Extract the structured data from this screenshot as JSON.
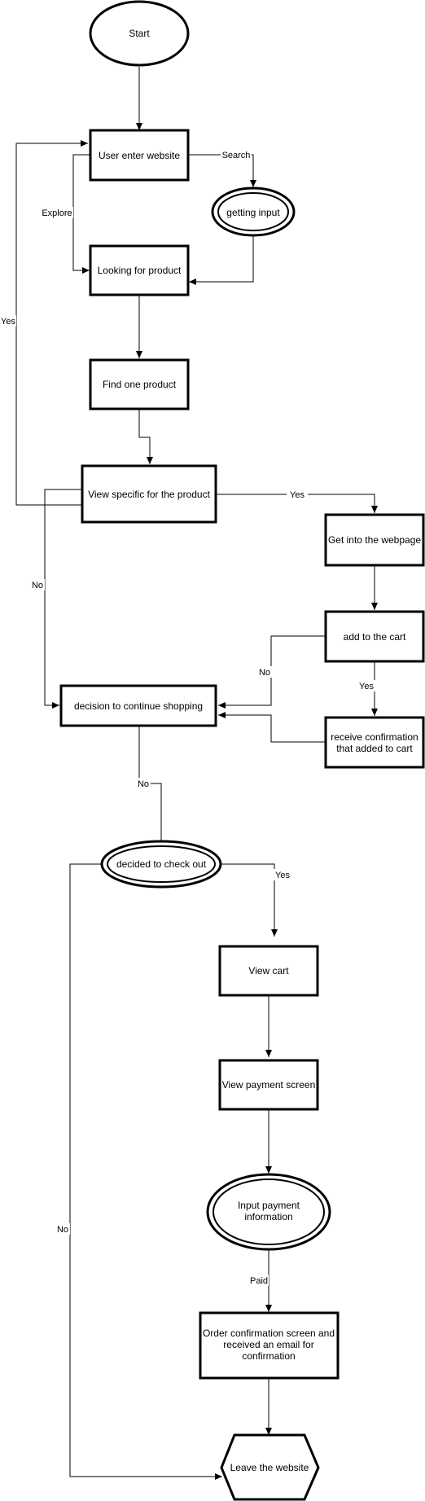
{
  "nodes": {
    "start": "Start",
    "user_enter": "User enter website",
    "getting_input": "getting input",
    "looking_for_product": "Looking for product",
    "find_one_product": "Find one product",
    "view_specific": "View specific for the product",
    "get_into_webpage": "Get into the webpage",
    "add_to_cart": "add to the cart",
    "receive_confirmation": [
      "receive confirmation",
      "that added to cart"
    ],
    "decision_continue": "decision to continue shopping",
    "decided_checkout": "decided to check out",
    "view_cart": "View cart",
    "view_payment": "View payment screen",
    "input_payment": [
      "Input payment",
      "information"
    ],
    "order_confirmation": [
      "Order confirmation screen and",
      "received an email for",
      "confirmation"
    ],
    "leave_website": "Leave the website"
  },
  "edges": {
    "search": "Search",
    "explore": "Explore",
    "yes_back": "Yes",
    "yes_webpage": "Yes",
    "no_view": "No",
    "no_cart": "No",
    "yes_cart": "Yes",
    "no_continue": "No",
    "yes_checkout": "Yes",
    "no_checkout": "No",
    "paid": "Paid"
  }
}
